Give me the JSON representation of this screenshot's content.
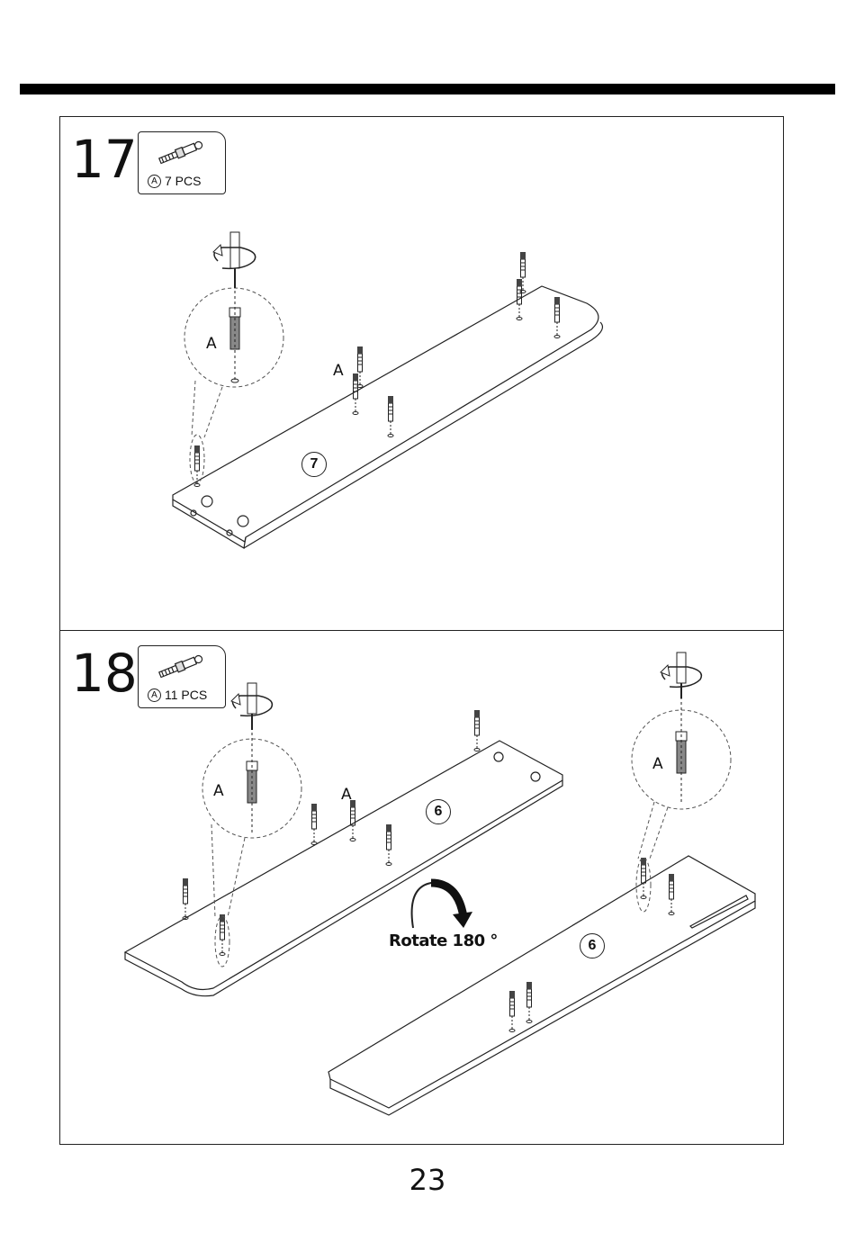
{
  "steps": [
    {
      "number": "17",
      "part_letter": "A",
      "part_qty": "7 PCS",
      "callout_letter": "A",
      "board_tag": "7"
    },
    {
      "number": "18",
      "part_letter": "A",
      "part_qty": "11 PCS",
      "callout_letter": "A",
      "board_tag": "6",
      "rotate_text": "Rotate 180 °"
    }
  ],
  "page_number": "23",
  "icons": [
    "cam-dowel-icon",
    "screwdriver-icon",
    "rotate-arrow-icon"
  ],
  "colors": {
    "ink": "#111111",
    "background": "#ffffff"
  }
}
